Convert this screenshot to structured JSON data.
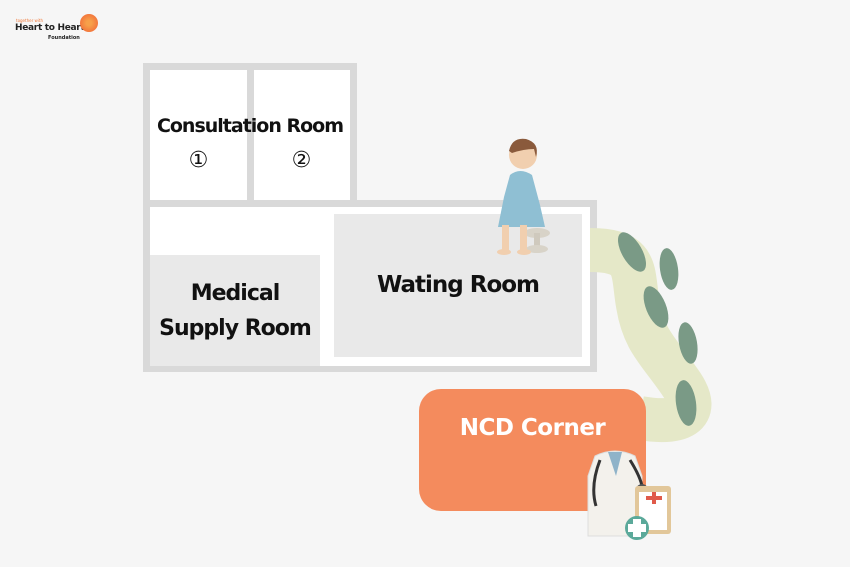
{
  "logo": {
    "tagline": "together with",
    "name": "Heart to Heart",
    "sub": "Foundation"
  },
  "rooms": {
    "consultation": {
      "label": "Consultation Room",
      "numbers": [
        "①",
        "②"
      ]
    },
    "medical_supply": {
      "line1": "Medical",
      "line2": "Supply Room"
    },
    "waiting": {
      "label": "Wating Room"
    },
    "ncd": {
      "label": "NCD Corner"
    }
  },
  "colors": {
    "wall": "#d9d9d9",
    "room_fill": "#e9e9e9",
    "ncd": "#f48b5d",
    "path": "#e5e8c8",
    "footprint": "#7a9a86"
  }
}
